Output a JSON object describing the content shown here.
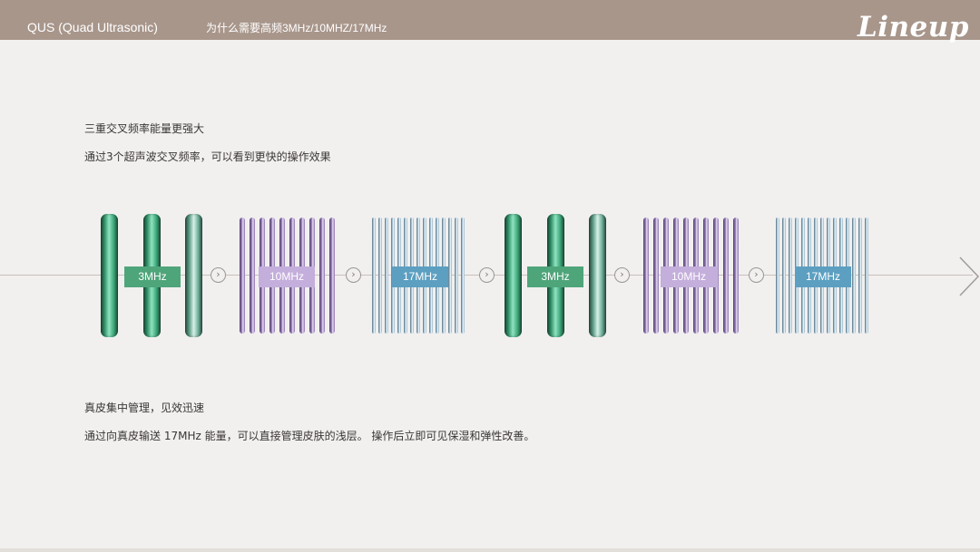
{
  "header": {
    "title": "QUS (Quad Ultrasonic)",
    "subtitle": "为什么需要高频3MHz/10MHZ/17MHz",
    "logo": "Lineup"
  },
  "section1": {
    "heading": "三重交叉频率能量更强大",
    "desc": "通过3个超声波交叉频率，可以看到更快的操作效果"
  },
  "section2": {
    "heading": "真皮集中管理，见效迅速",
    "desc": "通过向真皮输送 17MHz 能量，可以直接管理皮肤的浅层。 操作后立即可见保湿和弹性改善。"
  },
  "frequencies": [
    {
      "label": "3MHz",
      "color": "#4fa57a"
    },
    {
      "label": "10MHz",
      "color": "#c4aedb"
    },
    {
      "label": "17MHz",
      "color": "#5c9fc1"
    },
    {
      "label": "3MHz",
      "color": "#4fa57a"
    },
    {
      "label": "10MHz",
      "color": "#c4aedb"
    },
    {
      "label": "17MHz",
      "color": "#5c9fc1"
    }
  ],
  "arrow_icon": "chevron-right-icon"
}
